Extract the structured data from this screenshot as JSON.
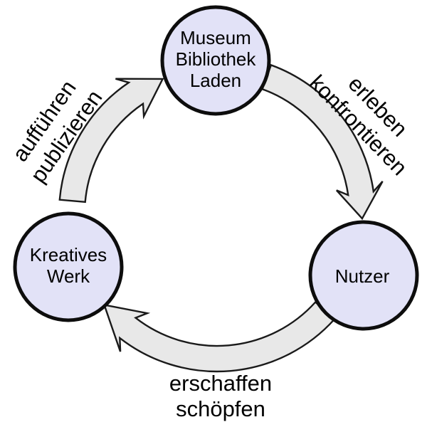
{
  "diagram": {
    "type": "cycle",
    "nodes": [
      {
        "id": "institutions",
        "lines": [
          "Museum",
          "Bibliothek",
          "Laden"
        ]
      },
      {
        "id": "creative-work",
        "lines": [
          "Kreatives",
          "Werk"
        ]
      },
      {
        "id": "user",
        "lines": [
          "Nutzer"
        ]
      }
    ],
    "edges": [
      {
        "from": "institutions",
        "to": "user",
        "lines": [
          "erleben",
          "konfrontieren"
        ]
      },
      {
        "from": "user",
        "to": "creative-work",
        "lines": [
          "erschaffen",
          "schöpfen"
        ]
      },
      {
        "from": "creative-work",
        "to": "institutions",
        "lines": [
          "aufführen",
          "publizieren"
        ]
      }
    ],
    "colors": {
      "background": "#ffffff",
      "node_fill": "#e2e2f7",
      "node_border": "#0d0d0d",
      "arrow_fill": "#e8e8e8",
      "arrow_border": "#1a1a1a",
      "text": "#000000"
    }
  }
}
